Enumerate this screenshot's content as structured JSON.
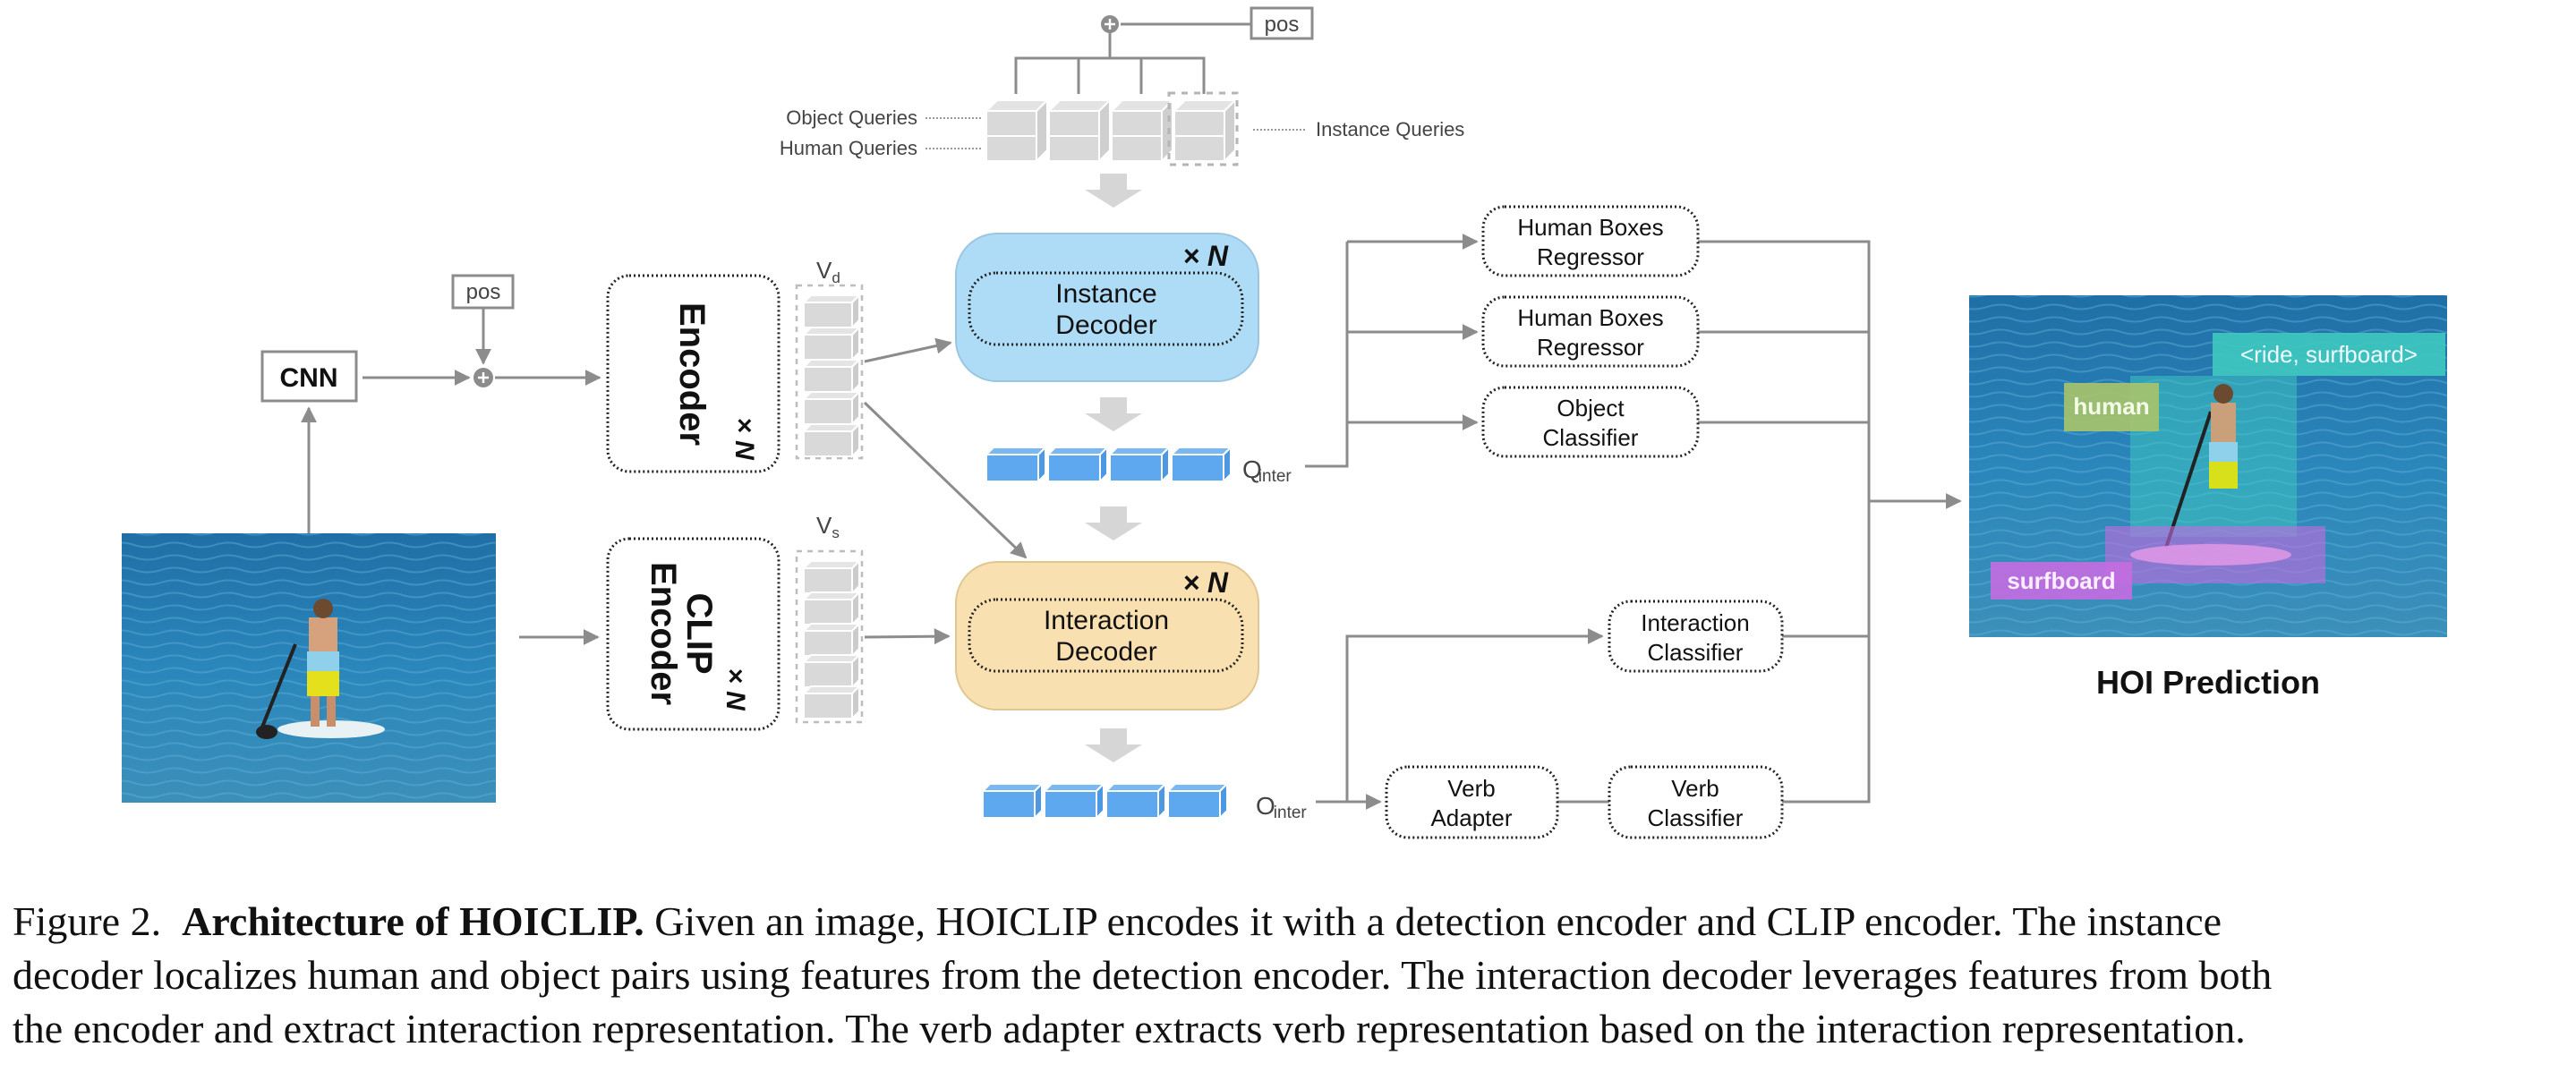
{
  "figure": {
    "queries": {
      "pos_label": "pos",
      "object_queries_label": "Object Queries",
      "human_queries_label": "Human Queries",
      "instance_queries_label": "Instance Queries"
    },
    "backbone": {
      "cnn_label": "CNN",
      "pos_label": "pos"
    },
    "encoder": {
      "label": "Encoder",
      "repeat_label": "× N",
      "features_label": "V",
      "features_sub": "d"
    },
    "clip_encoder": {
      "label_line1": "CLIP",
      "label_line2": "Encoder",
      "repeat_label": "× N",
      "features_label": "V",
      "features_sub": "s"
    },
    "instance_decoder": {
      "label_line1": "Instance",
      "label_line2": "Decoder",
      "repeat_label": "× N",
      "color": "#aedcf7"
    },
    "interaction_decoder": {
      "label_line1": "Interaction",
      "label_line2": "Decoder",
      "repeat_label": "× N",
      "color": "#f9e0b0"
    },
    "q_inter": {
      "main": "Q",
      "sub": "inter"
    },
    "o_inter": {
      "main": "O",
      "sub": "inter"
    },
    "heads": [
      {
        "line1": "Human Boxes",
        "line2": "Regressor"
      },
      {
        "line1": "Human Boxes",
        "line2": "Regressor"
      },
      {
        "line1": "Object",
        "line2": "Classifier"
      },
      {
        "line1": "Interaction",
        "line2": "Classifier"
      },
      {
        "line1": "Verb",
        "line2": "Adapter"
      },
      {
        "line1": "Verb",
        "line2": "Classifier"
      }
    ],
    "prediction": {
      "title": "HOI Prediction",
      "labels": {
        "interaction": "<ride, surfboard>",
        "human": "human",
        "object": "surfboard"
      },
      "colors": {
        "interaction": "#3fc9c0",
        "human": "#a8c46a",
        "object": "#c46be0"
      }
    },
    "colors": {
      "feature_cube": "#5ea8f0",
      "query_cube": "#d9d9d9",
      "arrow": "#8c8c8c"
    }
  },
  "caption": {
    "prefix": "Figure 2.",
    "title": "Architecture of HOICLIP.",
    "line1_rest": "Given an image, HOICLIP encodes it with a detection encoder and CLIP encoder.  The instance",
    "line2": "decoder localizes human and object pairs using features from the detection encoder. The interaction decoder leverages features from both",
    "line3": "the encoder and extract interaction representation. The verb adapter extracts verb representation based on the interaction representation."
  }
}
